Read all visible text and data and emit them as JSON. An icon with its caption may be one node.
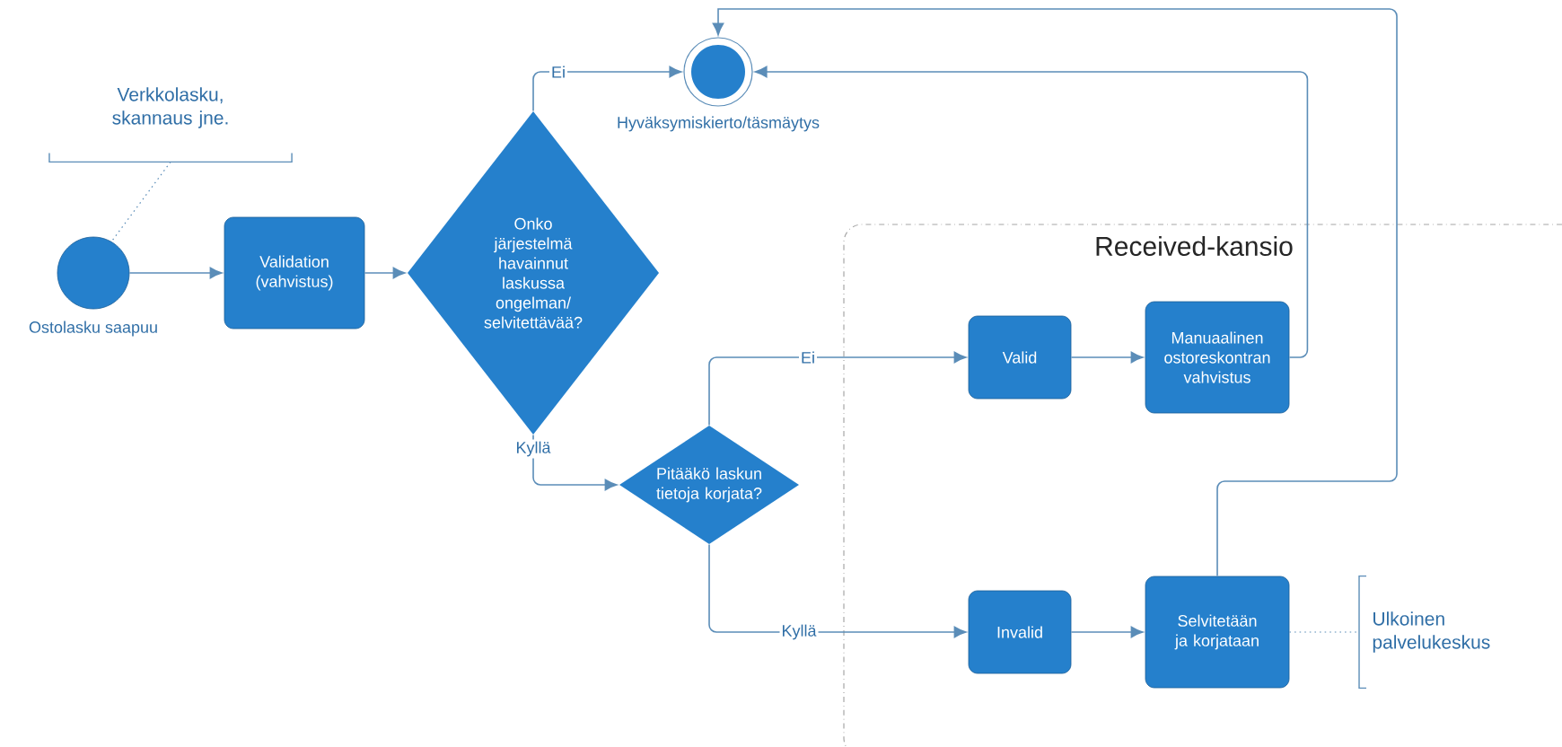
{
  "diagram": {
    "nodes": [
      {
        "text": [
          "Ostolasku saapuu"
        ]
      },
      {
        "text": [
          "Validation (vahvistus)"
        ]
      },
      {
        "text": [
          "Onko järjestelmä havainnut laskussa ongelman/ selvitettävää?"
        ]
      },
      {
        "text": [
          "Hyväksymiskierto/täsmäytys"
        ]
      },
      {
        "text": [
          "Received-kansio"
        ]
      },
      {
        "text": [
          "Pitääkö laskun tietoja korjata?"
        ]
      },
      {
        "text": [
          "Valid"
        ],
        "in": 4
      },
      {
        "text": [
          "Manuaalinen ostoreskontran vahvistus"
        ],
        "in": 4
      },
      {
        "text": [
          "Invalid"
        ],
        "in": 4
      },
      {
        "text": [
          "Selvitetään ja korjataan"
        ],
        "in": 4
      },
      {
        "text": [
          "Ulkoinen palvelukeskus"
        ],
        "in": 4
      },
      {
        "text": [
          "Verkkolasku, skannaus jne."
        ]
      }
    ],
    "edges": [
      {
        "from": 0,
        "to": 1,
        "arrow": "to"
      },
      {
        "from": 1,
        "to": 2,
        "arrow": "to"
      },
      {
        "from": 2,
        "to": 3,
        "arrow": "to",
        "label": "Ei"
      },
      {
        "from": 2,
        "to": 5,
        "arrow": "to",
        "label": "Kyllä"
      },
      {
        "from": 5,
        "to": 6,
        "arrow": "to",
        "label": "Ei"
      },
      {
        "from": 5,
        "to": 8,
        "arrow": "to",
        "label": "Kyllä"
      },
      {
        "from": 6,
        "to": 7,
        "arrow": "to"
      },
      {
        "from": 8,
        "to": 9,
        "arrow": "to"
      },
      {
        "from": 7,
        "to": 3,
        "arrow": "to"
      },
      {
        "from": 9,
        "to": 3,
        "arrow": "to"
      },
      {
        "from": 9,
        "to": 10,
        "arrow": "none",
        "style": "dashed"
      },
      {
        "from": 11,
        "to": 0,
        "arrow": "none",
        "style": "dashed"
      }
    ]
  }
}
